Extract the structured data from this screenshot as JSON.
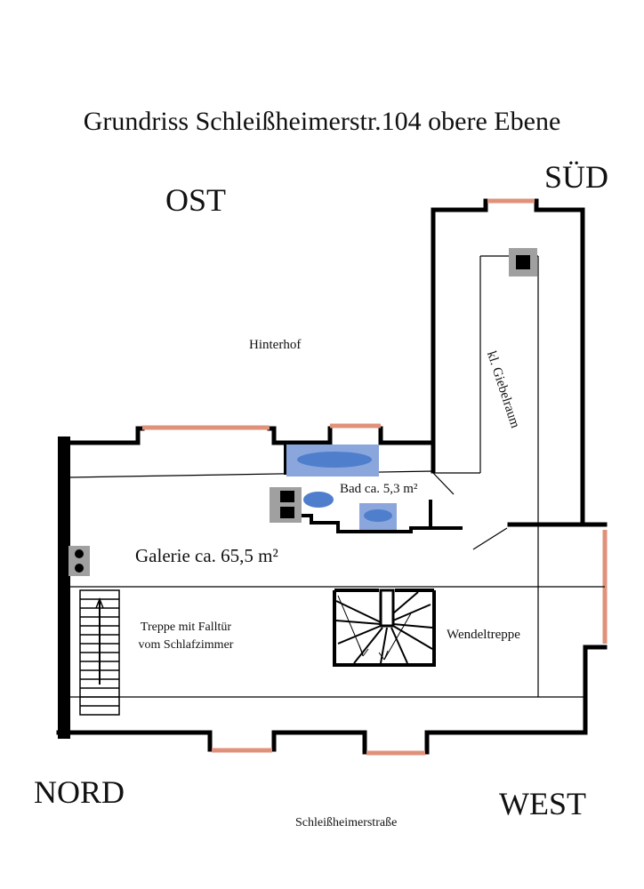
{
  "title": "Grundriss Schleißheimerstr.104 obere Ebene",
  "compass": {
    "north": "NORD",
    "east": "OST",
    "south": "SÜD",
    "west": "WEST"
  },
  "labels": {
    "hinterhof": "Hinterhof",
    "giebelraum": "kl. Giebelraum",
    "bad": "Bad ca. 5,3 m²",
    "galerie": "Galerie ca. 65,5 m²",
    "treppe_line1": "Treppe mit Falltür",
    "treppe_line2": "vom Schlafzimmer",
    "wendeltreppe": "Wendeltreppe",
    "strasse": "Schleißheimerstraße"
  },
  "colors": {
    "wall": "#000000",
    "window": "#e0917a",
    "fixture": "#8aa6dc",
    "fixture_inner": "#4f7fcc",
    "chimney": "#a0a0a0"
  }
}
